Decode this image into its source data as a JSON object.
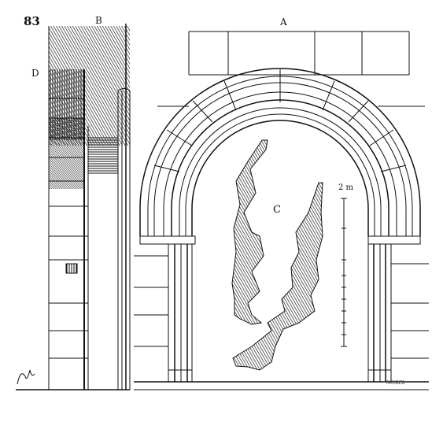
{
  "figure": {
    "number": "83",
    "labels": {
      "a": "A",
      "b": "B",
      "c": "C",
      "d": "D"
    },
    "scale_label": "2 m",
    "signature": "MOREL",
    "ink_color": "#111111",
    "paper_color": "#ffffff"
  }
}
